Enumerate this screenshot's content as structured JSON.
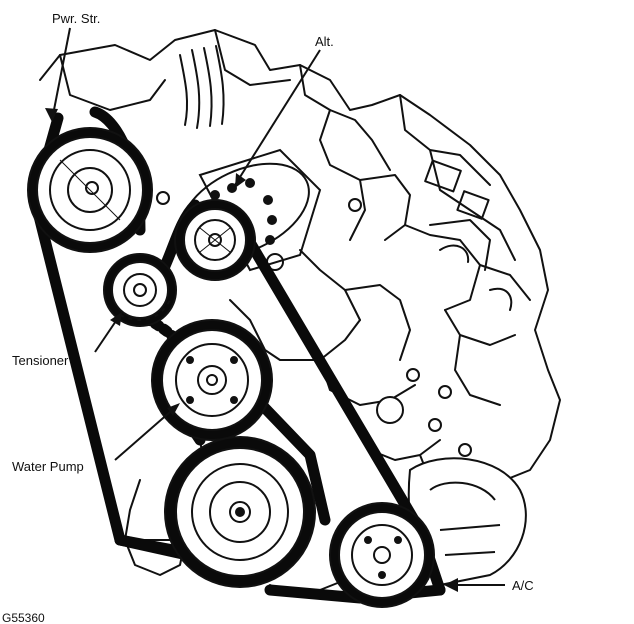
{
  "diagram": {
    "labels": {
      "power_steering": "Pwr. Str.",
      "alternator": "Alt.",
      "tensioner": "Tensioner",
      "water_pump": "Water Pump",
      "ac": "A/C"
    },
    "figure_code": "G55360"
  },
  "colors": {
    "ink": "#111111",
    "paper": "#ffffff",
    "belt": "#0a0a0a"
  }
}
